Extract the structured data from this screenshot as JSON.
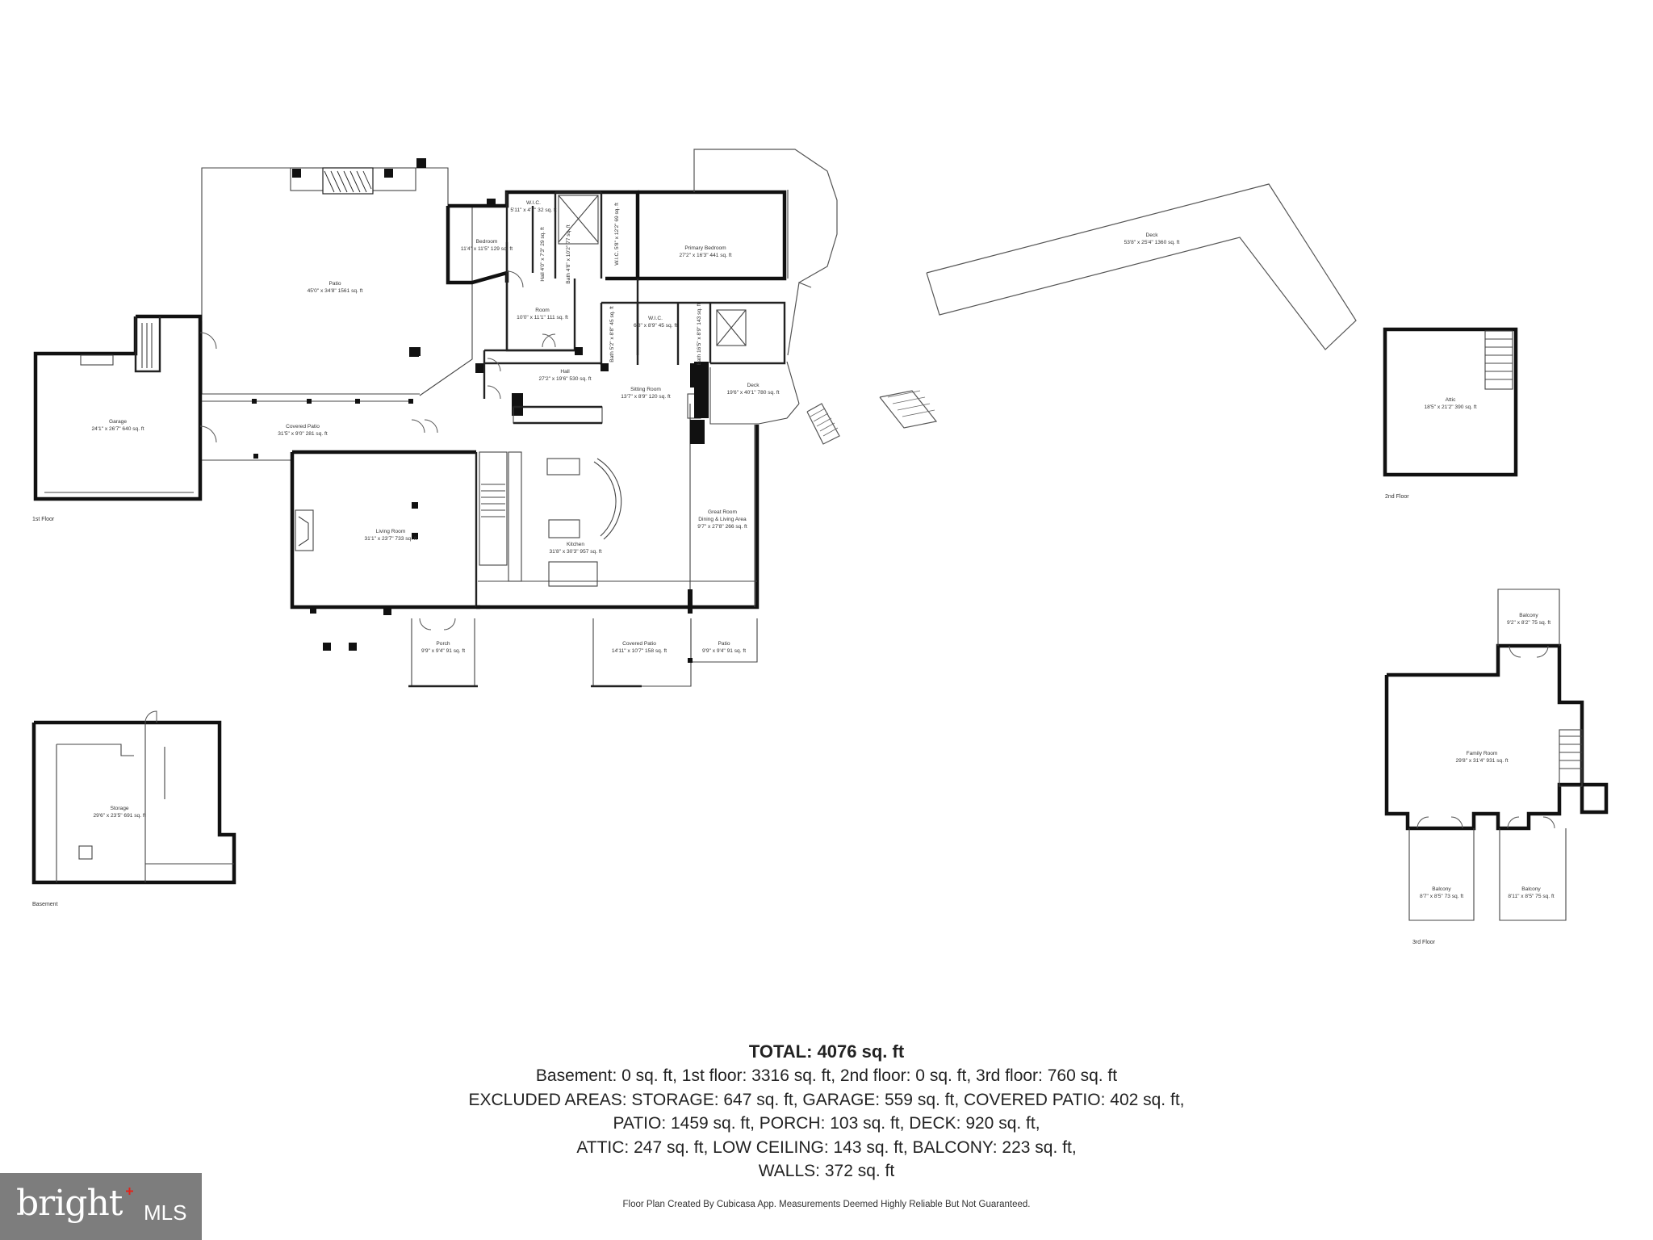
{
  "rooms": {
    "patio_top": {
      "name": "Patio",
      "dims": "45'0\" x 34'8\" 1561 sq. ft"
    },
    "bedroom": {
      "name": "Bedroom",
      "dims": "11'4\" x 11'5\" 129 sq. ft"
    },
    "wic_small": {
      "name": "W.I.C.",
      "dims": "5'11\" x 4'7\" 32 sq. ft"
    },
    "hall_small": {
      "name": "Hall",
      "dims": "4'0\" x 7'3\" 29 sq. ft"
    },
    "bath_small": {
      "name": "Bath",
      "dims": "4'8\" x 10'2\" 77 sq. ft"
    },
    "wic_mid": {
      "name": "W.I.C.",
      "dims": "5'8\" x 12'2\" 69 sq. ft"
    },
    "primary_bedroom": {
      "name": "Primary Bedroom",
      "dims": "27'2\" x 16'3\" 441 sq. ft"
    },
    "room": {
      "name": "Room",
      "dims": "10'0\" x 11'1\" 111 sq. ft"
    },
    "bath_mid": {
      "name": "Bath",
      "dims": "5'2\" x 8'8\" 45 sq. ft"
    },
    "wic_primary": {
      "name": "W.I.C.",
      "dims": "6'8\" x 8'9\" 45 sq. ft"
    },
    "bath_primary": {
      "name": "Bath",
      "dims": "16'5\" x 8'9\" 143 sq. ft"
    },
    "hall": {
      "name": "Hall",
      "dims": "27'2\" x 19'6\" 530 sq. ft"
    },
    "sitting_room": {
      "name": "Sitting Room",
      "dims": "13'7\" x 8'9\" 120 sq. ft"
    },
    "deck_small": {
      "name": "Deck",
      "dims": "19'6\" x 40'1\" 780 sq. ft"
    },
    "deck_big": {
      "name": "Deck",
      "dims": "53'8\" x 25'4\" 1360 sq. ft"
    },
    "garage": {
      "name": "Garage",
      "dims": "24'1\" x 26'7\" 640 sq. ft"
    },
    "covered_patio_1": {
      "name": "Covered Patio",
      "dims": "31'5\" x 9'0\" 281 sq. ft"
    },
    "living_room": {
      "name": "Living Room",
      "dims": "31'1\" x 23'7\" 733 sq. ft"
    },
    "kitchen": {
      "name": "Kitchen",
      "dims": "31'8\" x 30'3\" 957 sq. ft"
    },
    "great_room_name": "Great Room",
    "great_room_sub": "Dining & Living Area",
    "great_room_dims": "9'7\" x 27'8\" 266 sq. ft",
    "porch": {
      "name": "Porch",
      "dims": "9'9\" x 9'4\" 91 sq. ft"
    },
    "covered_patio_2": {
      "name": "Covered Patio",
      "dims": "14'11\" x 10'7\" 158 sq. ft"
    },
    "patio_small": {
      "name": "Patio",
      "dims": "9'9\" x 9'4\" 91 sq. ft"
    },
    "storage": {
      "name": "Storage",
      "dims": "29'6\" x 23'5\" 691 sq. ft"
    },
    "attic": {
      "name": "Attic",
      "dims": "18'5\" x 21'2\" 390 sq. ft"
    },
    "balcony_top": {
      "name": "Balcony",
      "dims": "9'2\" x 8'2\" 75 sq. ft"
    },
    "family_room": {
      "name": "Family Room",
      "dims": "29'8\" x 31'4\" 931 sq. ft"
    },
    "balcony_left": {
      "name": "Balcony",
      "dims": "8'7\" x 8'5\" 73 sq. ft"
    },
    "balcony_right": {
      "name": "Balcony",
      "dims": "8'11\" x 8'5\" 75 sq. ft"
    }
  },
  "floors": {
    "first": "1st Floor",
    "second": "2nd Floor",
    "third": "3rd Floor",
    "basement": "Basement"
  },
  "totals": {
    "title": "TOTAL: 4076 sq. ft",
    "line1": "Basement: 0 sq. ft, 1st floor: 3316 sq. ft, 2nd floor: 0 sq. ft, 3rd floor: 760 sq. ft",
    "line2": "EXCLUDED AREAS: STORAGE: 647 sq. ft, GARAGE: 559 sq. ft, COVERED PATIO: 402 sq. ft,",
    "line3": "PATIO: 1459 sq. ft, PORCH: 103 sq. ft, DECK: 920 sq. ft,",
    "line4": "ATTIC: 247 sq. ft, LOW CEILING: 143 sq. ft, BALCONY: 223 sq. ft,",
    "line5": "WALLS: 372 sq. ft"
  },
  "disclaimer": "Floor Plan Created By Cubicasa App. Measurements Deemed Highly Reliable But Not Guaranteed.",
  "logo": {
    "brand": "bright",
    "suffix": "MLS",
    "accent_color": "#e2231a"
  }
}
